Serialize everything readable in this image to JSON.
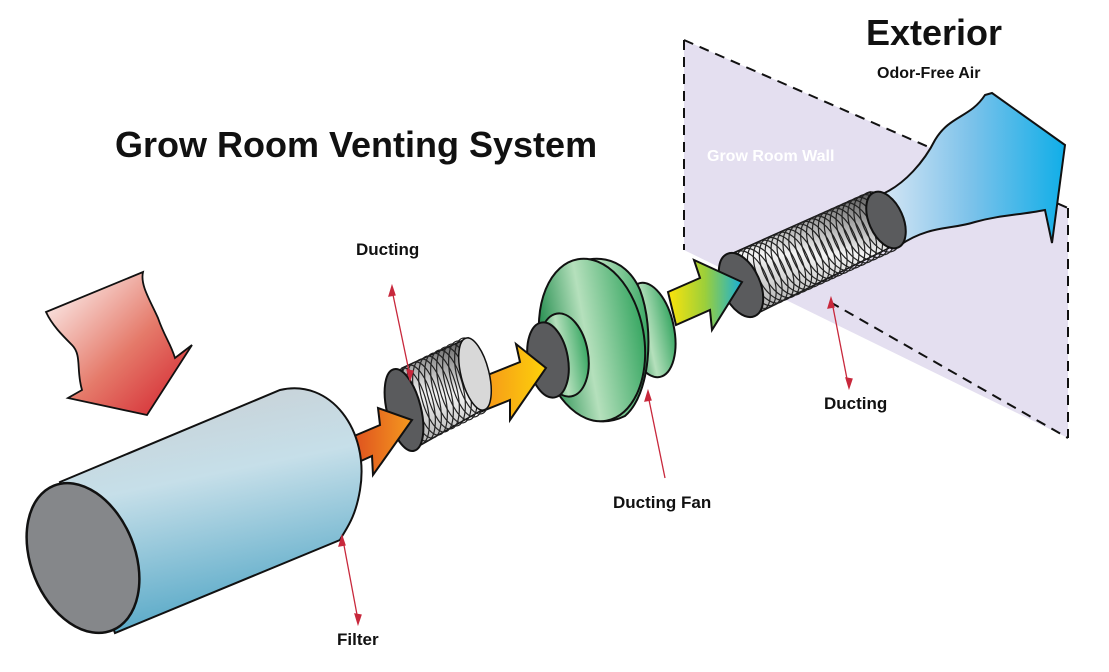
{
  "title": "Grow Room Venting System",
  "exterior": {
    "heading": "Exterior",
    "subheading": "Odor-Free Air"
  },
  "wall_label": "Grow Room Wall",
  "labels": {
    "ducting_left": "Ducting",
    "ducting_right": "Ducting",
    "fan": "Ducting Fan",
    "filter": "Filter"
  },
  "colors": {
    "wall_fill": "#e4dff0",
    "filter_body": "#a9d1e0",
    "filter_cap": "#85878a",
    "duct_cap": "#5a5b5d",
    "fan_green": "#4bb06a",
    "intake_arrow": "#d42a2a",
    "exhaust_air": "#1fb0e8",
    "pointer": "#c8283c"
  }
}
